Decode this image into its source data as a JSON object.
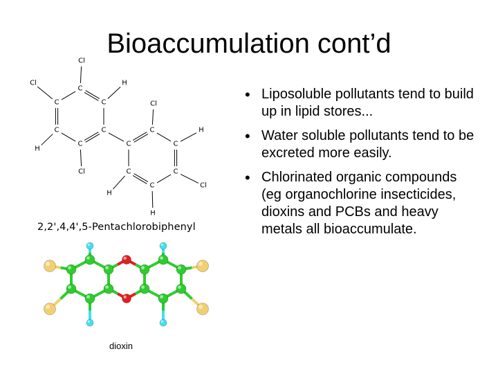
{
  "slide": {
    "title": "Bioaccumulation cont’d",
    "bullets": [
      "Liposoluble pollutants tend to build up in lipid stores...",
      "Water soluble pollutants tend to be excreted more easily.",
      "Chlorinated organic compounds (eg organochlorine insecticides, dioxins and PCBs and heavy metals all bioaccumulate."
    ]
  },
  "pcb": {
    "name": "2,2',4,4',5-Pentachlorobiphenyl",
    "atom_labels": {
      "carbon": "C",
      "chlorine": "Cl",
      "hydrogen": "H"
    }
  },
  "dioxin": {
    "caption": "dioxin",
    "atom_colors": {
      "carbon": "#2ecc2e",
      "oxygen": "#e02020",
      "chlorine": "#f0d070",
      "hydrogen": "#40e0f0"
    }
  }
}
